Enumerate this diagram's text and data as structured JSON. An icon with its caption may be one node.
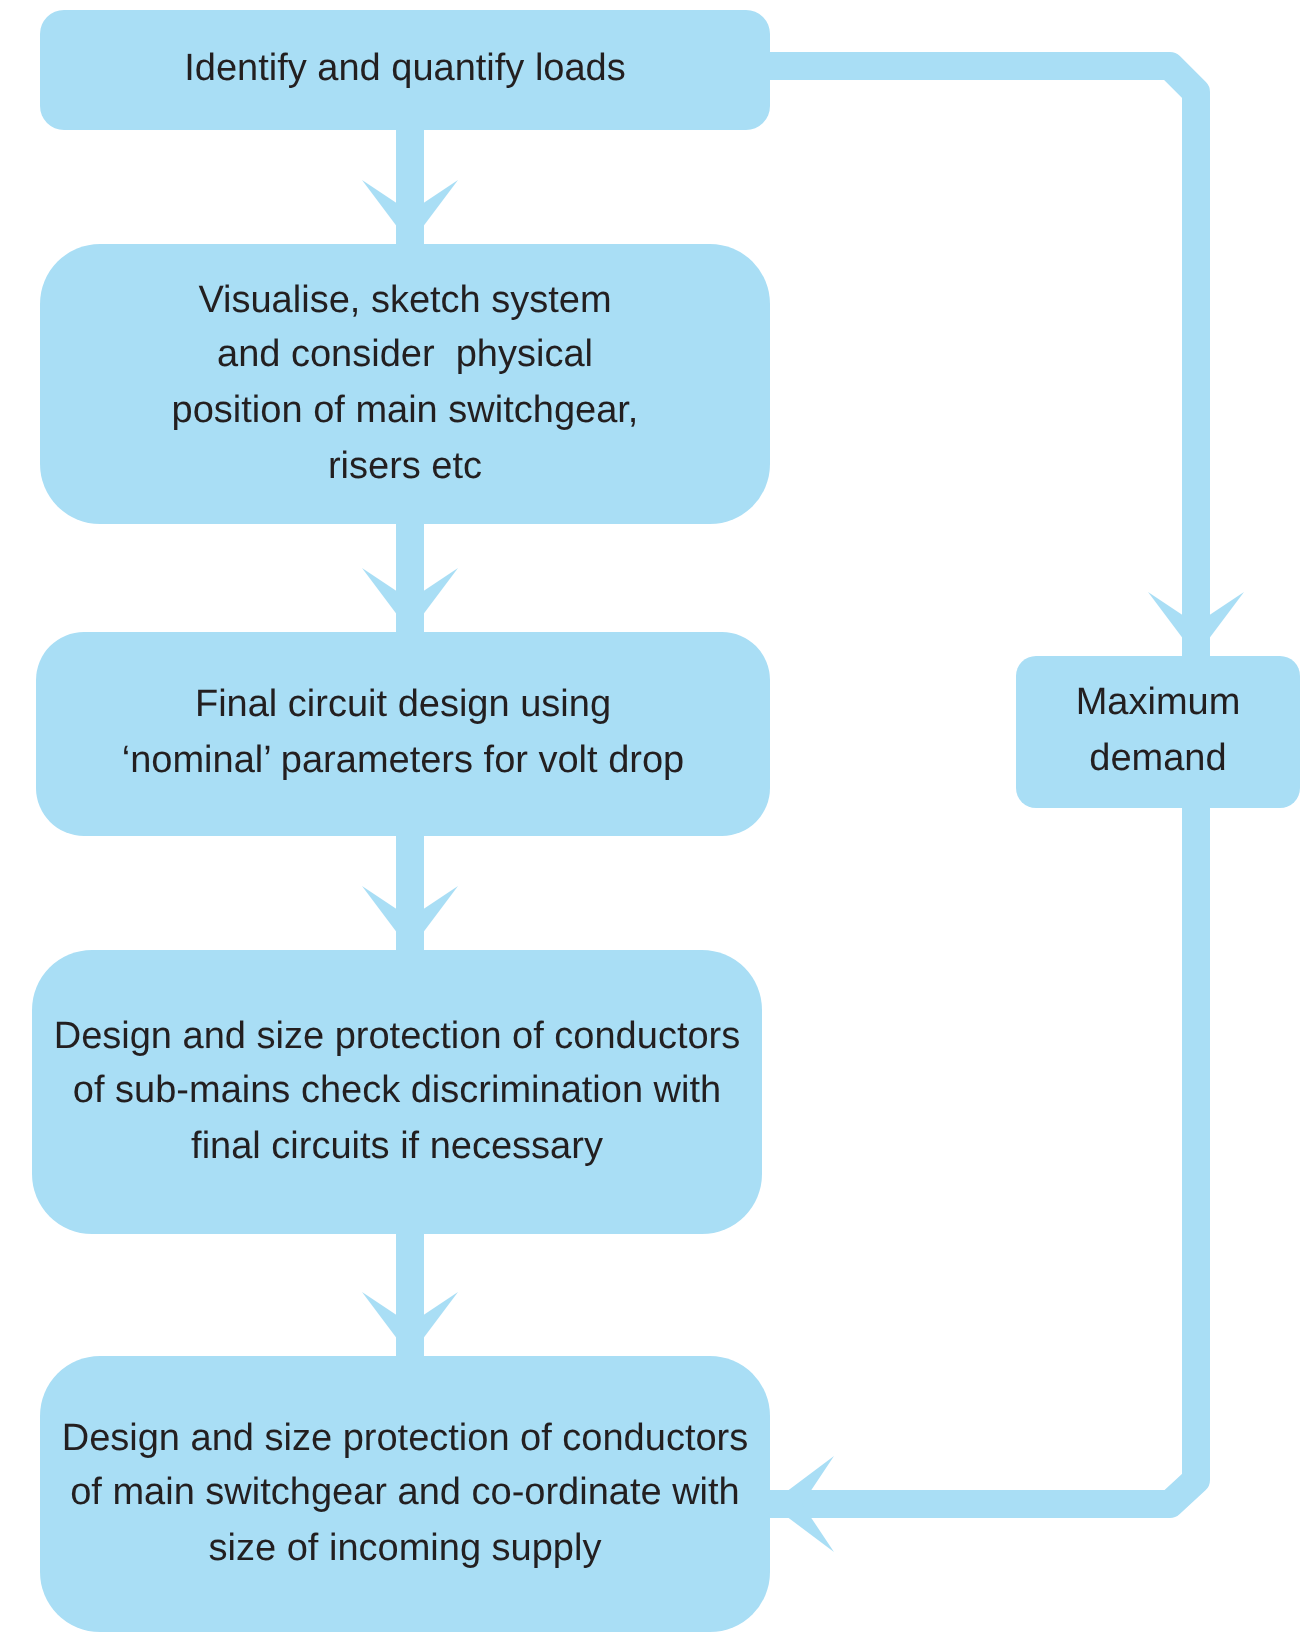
{
  "diagram": {
    "nodes": [
      {
        "text": [
          "Identify and quantify loads"
        ]
      },
      {
        "text": [
          "Visualise, sketch system and consider  physical position of main switchgear, risers etc"
        ]
      },
      {
        "text": [
          "Final circuit design using ‘nominal’ parameters for volt drop"
        ]
      },
      {
        "text": [
          "Design and size protection of conductors of sub-mains check discrimination with final circuits if necessary"
        ]
      },
      {
        "text": [
          "Design and size protection of conductors of main switchgear and co-ordinate with size of incoming supply"
        ]
      },
      {
        "text": [
          "Maximum demand"
        ]
      }
    ],
    "edges": [
      {
        "from": 0,
        "to": 1,
        "arrow": "to"
      },
      {
        "from": 1,
        "to": 2,
        "arrow": "to"
      },
      {
        "from": 2,
        "to": 3,
        "arrow": "to"
      },
      {
        "from": 3,
        "to": 4,
        "arrow": "to"
      },
      {
        "from": 0,
        "to": 5,
        "arrow": "to"
      },
      {
        "from": 5,
        "to": 4,
        "arrow": "to"
      }
    ]
  }
}
